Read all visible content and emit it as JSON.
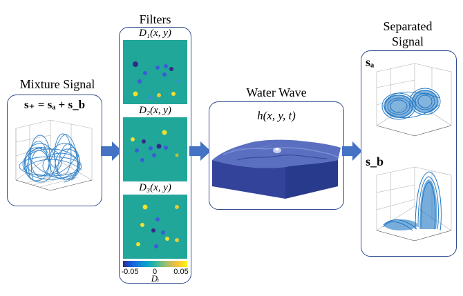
{
  "mixture": {
    "title": "Mixture Signal",
    "equation": "s₊ = sₐ + s_b"
  },
  "filters": {
    "title": "Filters",
    "d1": "D₁(x, y)",
    "d2": "D₂(x, y)",
    "d3": "D₃(x, y)",
    "colorbar": {
      "min": "-0.05",
      "mid": "0",
      "max": "0.05",
      "label": "Dᵢ"
    }
  },
  "water": {
    "title": "Water Wave",
    "formula": "h(x, y, t)"
  },
  "separated": {
    "title_line1": "Separated",
    "title_line2": "Signal",
    "sa": "sₐ",
    "sb": "s_b"
  },
  "colors": {
    "panel_border": "#2e4a8c",
    "arrow": "#4472c4",
    "trajectory": "#1f77c4",
    "filter_bg": "#21a69a",
    "water": "#3c4fa0"
  }
}
